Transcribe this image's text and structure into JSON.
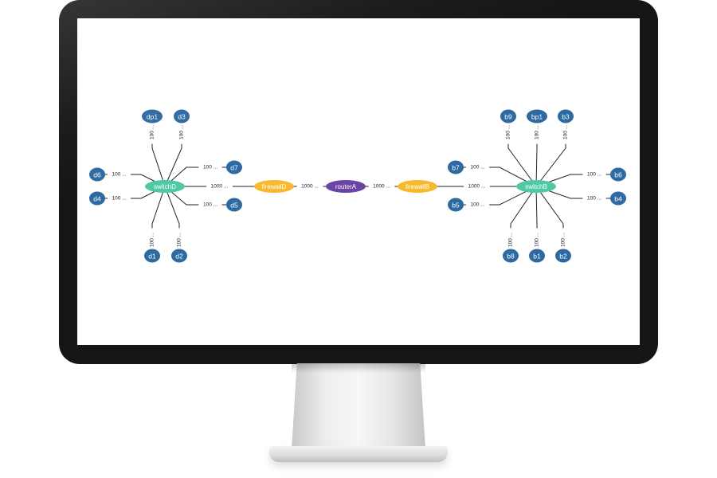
{
  "colors": {
    "node_blue": "#2e6aa1",
    "switch_green": "#4fc9a3",
    "firewall_orange": "#f7b92d",
    "router_purple": "#6a45a6",
    "edge": "#222222",
    "label_text": "#ffffff",
    "edge_label": "#222222"
  },
  "graph": {
    "nodes": [
      {
        "id": "switchD",
        "label": "switchD",
        "kind": "switch",
        "icon": "switch-node-icon"
      },
      {
        "id": "firewallD",
        "label": "firewallD",
        "kind": "firewall",
        "icon": "firewall-node-icon"
      },
      {
        "id": "routerA",
        "label": "routerA",
        "kind": "router",
        "icon": "router-node-icon"
      },
      {
        "id": "firewallB",
        "label": "firewallB",
        "kind": "firewall",
        "icon": "firewall-node-icon"
      },
      {
        "id": "switchB",
        "label": "switchB",
        "kind": "switch",
        "icon": "switch-node-icon"
      },
      {
        "id": "dp1",
        "label": "dp1",
        "kind": "host"
      },
      {
        "id": "d3",
        "label": "d3",
        "kind": "host"
      },
      {
        "id": "d7",
        "label": "d7",
        "kind": "host"
      },
      {
        "id": "d6",
        "label": "d6",
        "kind": "host"
      },
      {
        "id": "d4",
        "label": "d4",
        "kind": "host"
      },
      {
        "id": "d5",
        "label": "d5",
        "kind": "host"
      },
      {
        "id": "d1",
        "label": "d1",
        "kind": "host"
      },
      {
        "id": "d2",
        "label": "d2",
        "kind": "host"
      },
      {
        "id": "b9",
        "label": "b9",
        "kind": "host"
      },
      {
        "id": "bp1",
        "label": "bp1",
        "kind": "host"
      },
      {
        "id": "b3",
        "label": "b3",
        "kind": "host"
      },
      {
        "id": "b7",
        "label": "b7",
        "kind": "host"
      },
      {
        "id": "b6",
        "label": "b6",
        "kind": "host"
      },
      {
        "id": "b5",
        "label": "b5",
        "kind": "host"
      },
      {
        "id": "b4",
        "label": "b4",
        "kind": "host"
      },
      {
        "id": "b8",
        "label": "b8",
        "kind": "host"
      },
      {
        "id": "b1",
        "label": "b1",
        "kind": "host"
      },
      {
        "id": "b2",
        "label": "b2",
        "kind": "host"
      }
    ],
    "edges": [
      {
        "from": "switchD",
        "to": "dp1",
        "label": "100 ..."
      },
      {
        "from": "switchD",
        "to": "d3",
        "label": "100 ..."
      },
      {
        "from": "switchD",
        "to": "d7",
        "label": "100 ..."
      },
      {
        "from": "switchD",
        "to": "d6",
        "label": "100 ..."
      },
      {
        "from": "switchD",
        "to": "d4",
        "label": "100 ..."
      },
      {
        "from": "switchD",
        "to": "d5",
        "label": "100 ..."
      },
      {
        "from": "switchD",
        "to": "d1",
        "label": "100 ..."
      },
      {
        "from": "switchD",
        "to": "d2",
        "label": "100 ..."
      },
      {
        "from": "switchD",
        "to": "firewallD",
        "label": "1000 ..."
      },
      {
        "from": "firewallD",
        "to": "routerA",
        "label": "1000 ..."
      },
      {
        "from": "routerA",
        "to": "firewallB",
        "label": "1000 ..."
      },
      {
        "from": "firewallB",
        "to": "switchB",
        "label": "1000 ..."
      },
      {
        "from": "switchB",
        "to": "b9",
        "label": "100 ..."
      },
      {
        "from": "switchB",
        "to": "bp1",
        "label": "100 ..."
      },
      {
        "from": "switchB",
        "to": "b3",
        "label": "100 ..."
      },
      {
        "from": "switchB",
        "to": "b7",
        "label": "100 ..."
      },
      {
        "from": "switchB",
        "to": "b6",
        "label": "100 ..."
      },
      {
        "from": "switchB",
        "to": "b5",
        "label": "100 ..."
      },
      {
        "from": "switchB",
        "to": "b4",
        "label": "100 ..."
      },
      {
        "from": "switchB",
        "to": "b8",
        "label": "100 ..."
      },
      {
        "from": "switchB",
        "to": "b1",
        "label": "100 ..."
      },
      {
        "from": "switchB",
        "to": "b2",
        "label": "100 ..."
      }
    ]
  }
}
